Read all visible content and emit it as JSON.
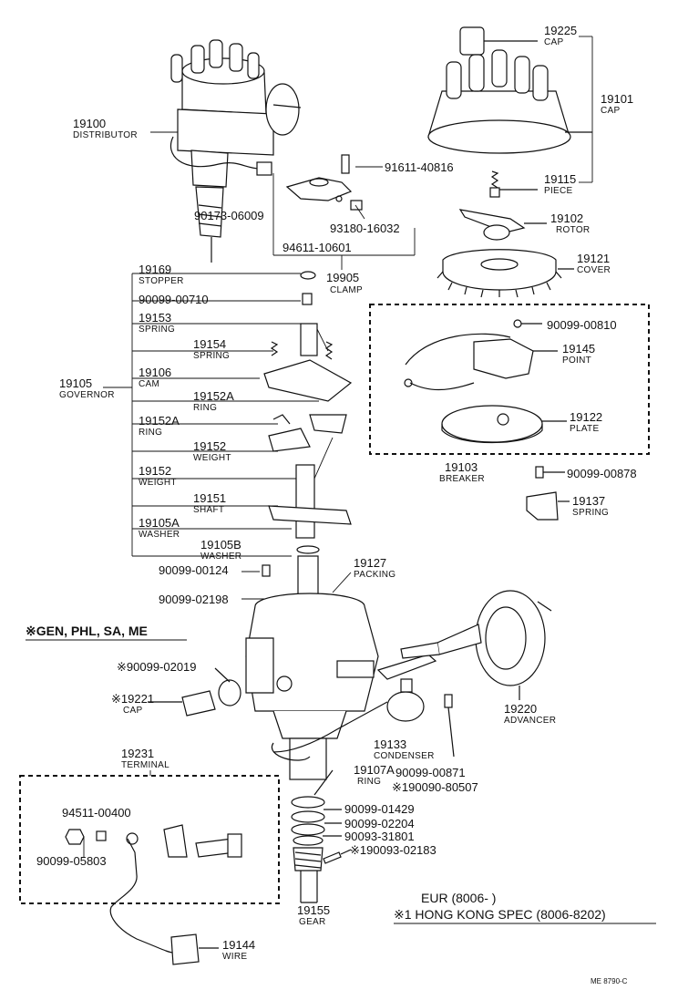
{
  "parts": {
    "p19100": {
      "number": "19100",
      "name": "DISTRIBUTOR"
    },
    "p19225": {
      "number": "19225",
      "name": "CAP"
    },
    "p19101": {
      "number": "19101",
      "name": "CAP"
    },
    "p19115": {
      "number": "19115",
      "name": "PIECE"
    },
    "p91611": {
      "number": "91611-40816"
    },
    "p90173": {
      "number": "90173-06009"
    },
    "p93180": {
      "number": "93180-16032"
    },
    "p94611": {
      "number": "94611-10601"
    },
    "p19102": {
      "number": "19102",
      "name": "ROTOR"
    },
    "p19121": {
      "number": "19121",
      "name": "COVER"
    },
    "p19905": {
      "number": "19905",
      "name": "CLAMP"
    },
    "p19169": {
      "number": "19169",
      "name": "STOPPER"
    },
    "p90099_00710": {
      "number": "90099-00710"
    },
    "p19153": {
      "number": "19153",
      "name": "SPRING"
    },
    "p19154": {
      "number": "19154",
      "name": "SPRING"
    },
    "p19105": {
      "number": "19105",
      "name": "GOVERNOR"
    },
    "p19106": {
      "number": "19106",
      "name": "CAM"
    },
    "p19152A_1": {
      "number": "19152A",
      "name": "RING"
    },
    "p19152A_2": {
      "number": "19152A",
      "name": "RING"
    },
    "p19152_1": {
      "number": "19152",
      "name": "WEIGHT"
    },
    "p19152_2": {
      "number": "19152",
      "name": "WEIGHT"
    },
    "p19151": {
      "number": "19151",
      "name": "SHAFT"
    },
    "p19105A": {
      "number": "19105A",
      "name": "WASHER"
    },
    "p19105B": {
      "number": "19105B",
      "name": "WASHER"
    },
    "p90099_00124": {
      "number": "90099-00124"
    },
    "p19127": {
      "number": "19127",
      "name": "PACKING"
    },
    "p90099_02198": {
      "number": "90099-02198"
    },
    "p90099_00810": {
      "number": "90099-00810"
    },
    "p19145": {
      "number": "19145",
      "name": "POINT"
    },
    "p19122": {
      "number": "19122",
      "name": "PLATE"
    },
    "p19103": {
      "number": "19103",
      "name": "BREAKER"
    },
    "p90099_00878": {
      "number": "90099-00878"
    },
    "p19137": {
      "number": "19137",
      "name": "SPRING"
    },
    "p90099_02019": {
      "number": "※90099-02019"
    },
    "p19221": {
      "number": "※19221",
      "name": "CAP"
    },
    "p19220": {
      "number": "19220",
      "name": "ADVANCER"
    },
    "p19133": {
      "number": "19133",
      "name": "CONDENSER"
    },
    "p90099_00871": {
      "number": "90099-00871"
    },
    "p190090_80507": {
      "number": "※190090-80507"
    },
    "p19231": {
      "number": "19231",
      "name": "TERMINAL"
    },
    "p19107A": {
      "number": "19107A",
      "name": "RING"
    },
    "p94511": {
      "number": "94511-00400"
    },
    "p90099_05803": {
      "number": "90099-05803"
    },
    "p90099_01429": {
      "number": "90099-01429"
    },
    "p90099_02204": {
      "number": "90099-02204"
    },
    "p90093_31801": {
      "number": "90093-31801"
    },
    "p190093_02183": {
      "number": "※190093-02183"
    },
    "p19155": {
      "number": "19155",
      "name": "GEAR"
    },
    "p19144": {
      "number": "19144",
      "name": "WIRE"
    }
  },
  "notes": {
    "gen_note": "※GEN, PHL, SA, ME",
    "eur_note": "EUR (8006-          )",
    "hk_note": "※1 HONG KONG SPEC (8006-8202)",
    "drawing_code": "ME 8790-C"
  }
}
